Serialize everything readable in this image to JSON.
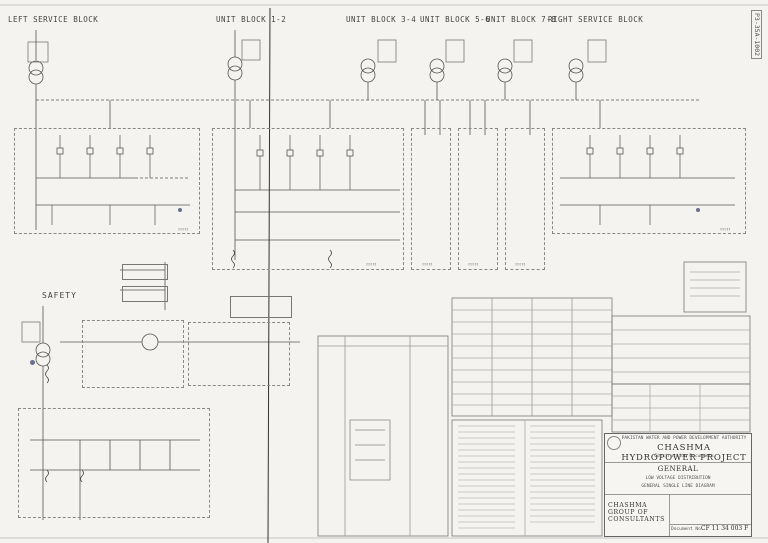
{
  "blocks": {
    "left_service": "LEFT SERVICE BLOCK",
    "unit_1_2": "UNIT BLOCK 1-2",
    "unit_3_4": "UNIT BLOCK 3-4",
    "unit_5_6": "UNIT BLOCK 5-6",
    "unit_7_8": "UNIT BLOCK 7-8",
    "right_service": "RIGHT SERVICE BLOCK",
    "safety": "SAFETY"
  },
  "sheet_number": "P3-35A-1002",
  "title_block": {
    "authority": "PAKISTAN WATER AND POWER DEVELOPMENT AUTHORITY",
    "project": "CHASHMA HYDROPOWER PROJECT",
    "stage": "Construction Documents",
    "title1": "GENERAL",
    "title2": "LOW VOLTAGE DISTRIBUTION",
    "title3": "GENERAL SINGLE LINE DIAGRAM",
    "firm_line1": "CHASHMA",
    "firm_line2": "GROUP OF",
    "firm_line3": "CONSULTANTS",
    "document_label": "Document No.",
    "document_no": "CF 11 34 003 F"
  },
  "icons": [
    "transformer-symbol",
    "breaker-symbol",
    "generator-symbol",
    "cable-squiggle"
  ]
}
